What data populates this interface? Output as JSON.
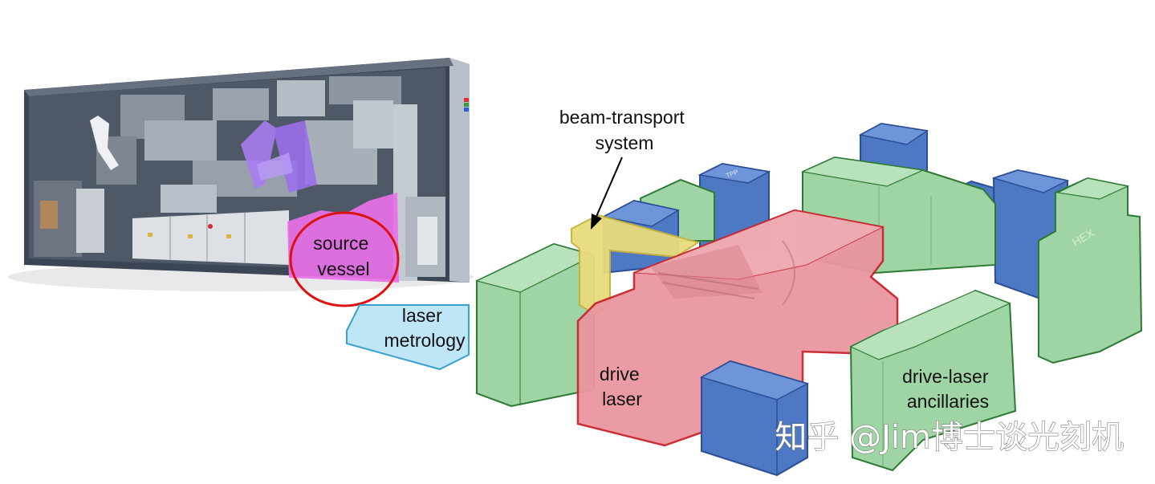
{
  "labels": {
    "source_vessel": [
      "source",
      "vessel"
    ],
    "laser_metrology": [
      "laser",
      "metrology"
    ],
    "beam_transport": [
      "beam-transport",
      "system"
    ],
    "drive_laser": [
      "drive",
      "laser"
    ],
    "drive_laser_ancillaries": [
      "drive-laser",
      "ancillaries"
    ]
  },
  "box_labels": {
    "tpp": "TPP",
    "hex": "HEX"
  },
  "watermark": "知乎 @Jim博士谈光刻机",
  "colors": {
    "drive_laser": "#e9969f",
    "ancillary": "#9fd5a4",
    "blue_box": "#4d78c4",
    "beam_transport": "#e8dc7c",
    "metrology": "#bfe6f7",
    "source_vessel": "#e870e8",
    "highlight_circle": "#dd1111"
  }
}
